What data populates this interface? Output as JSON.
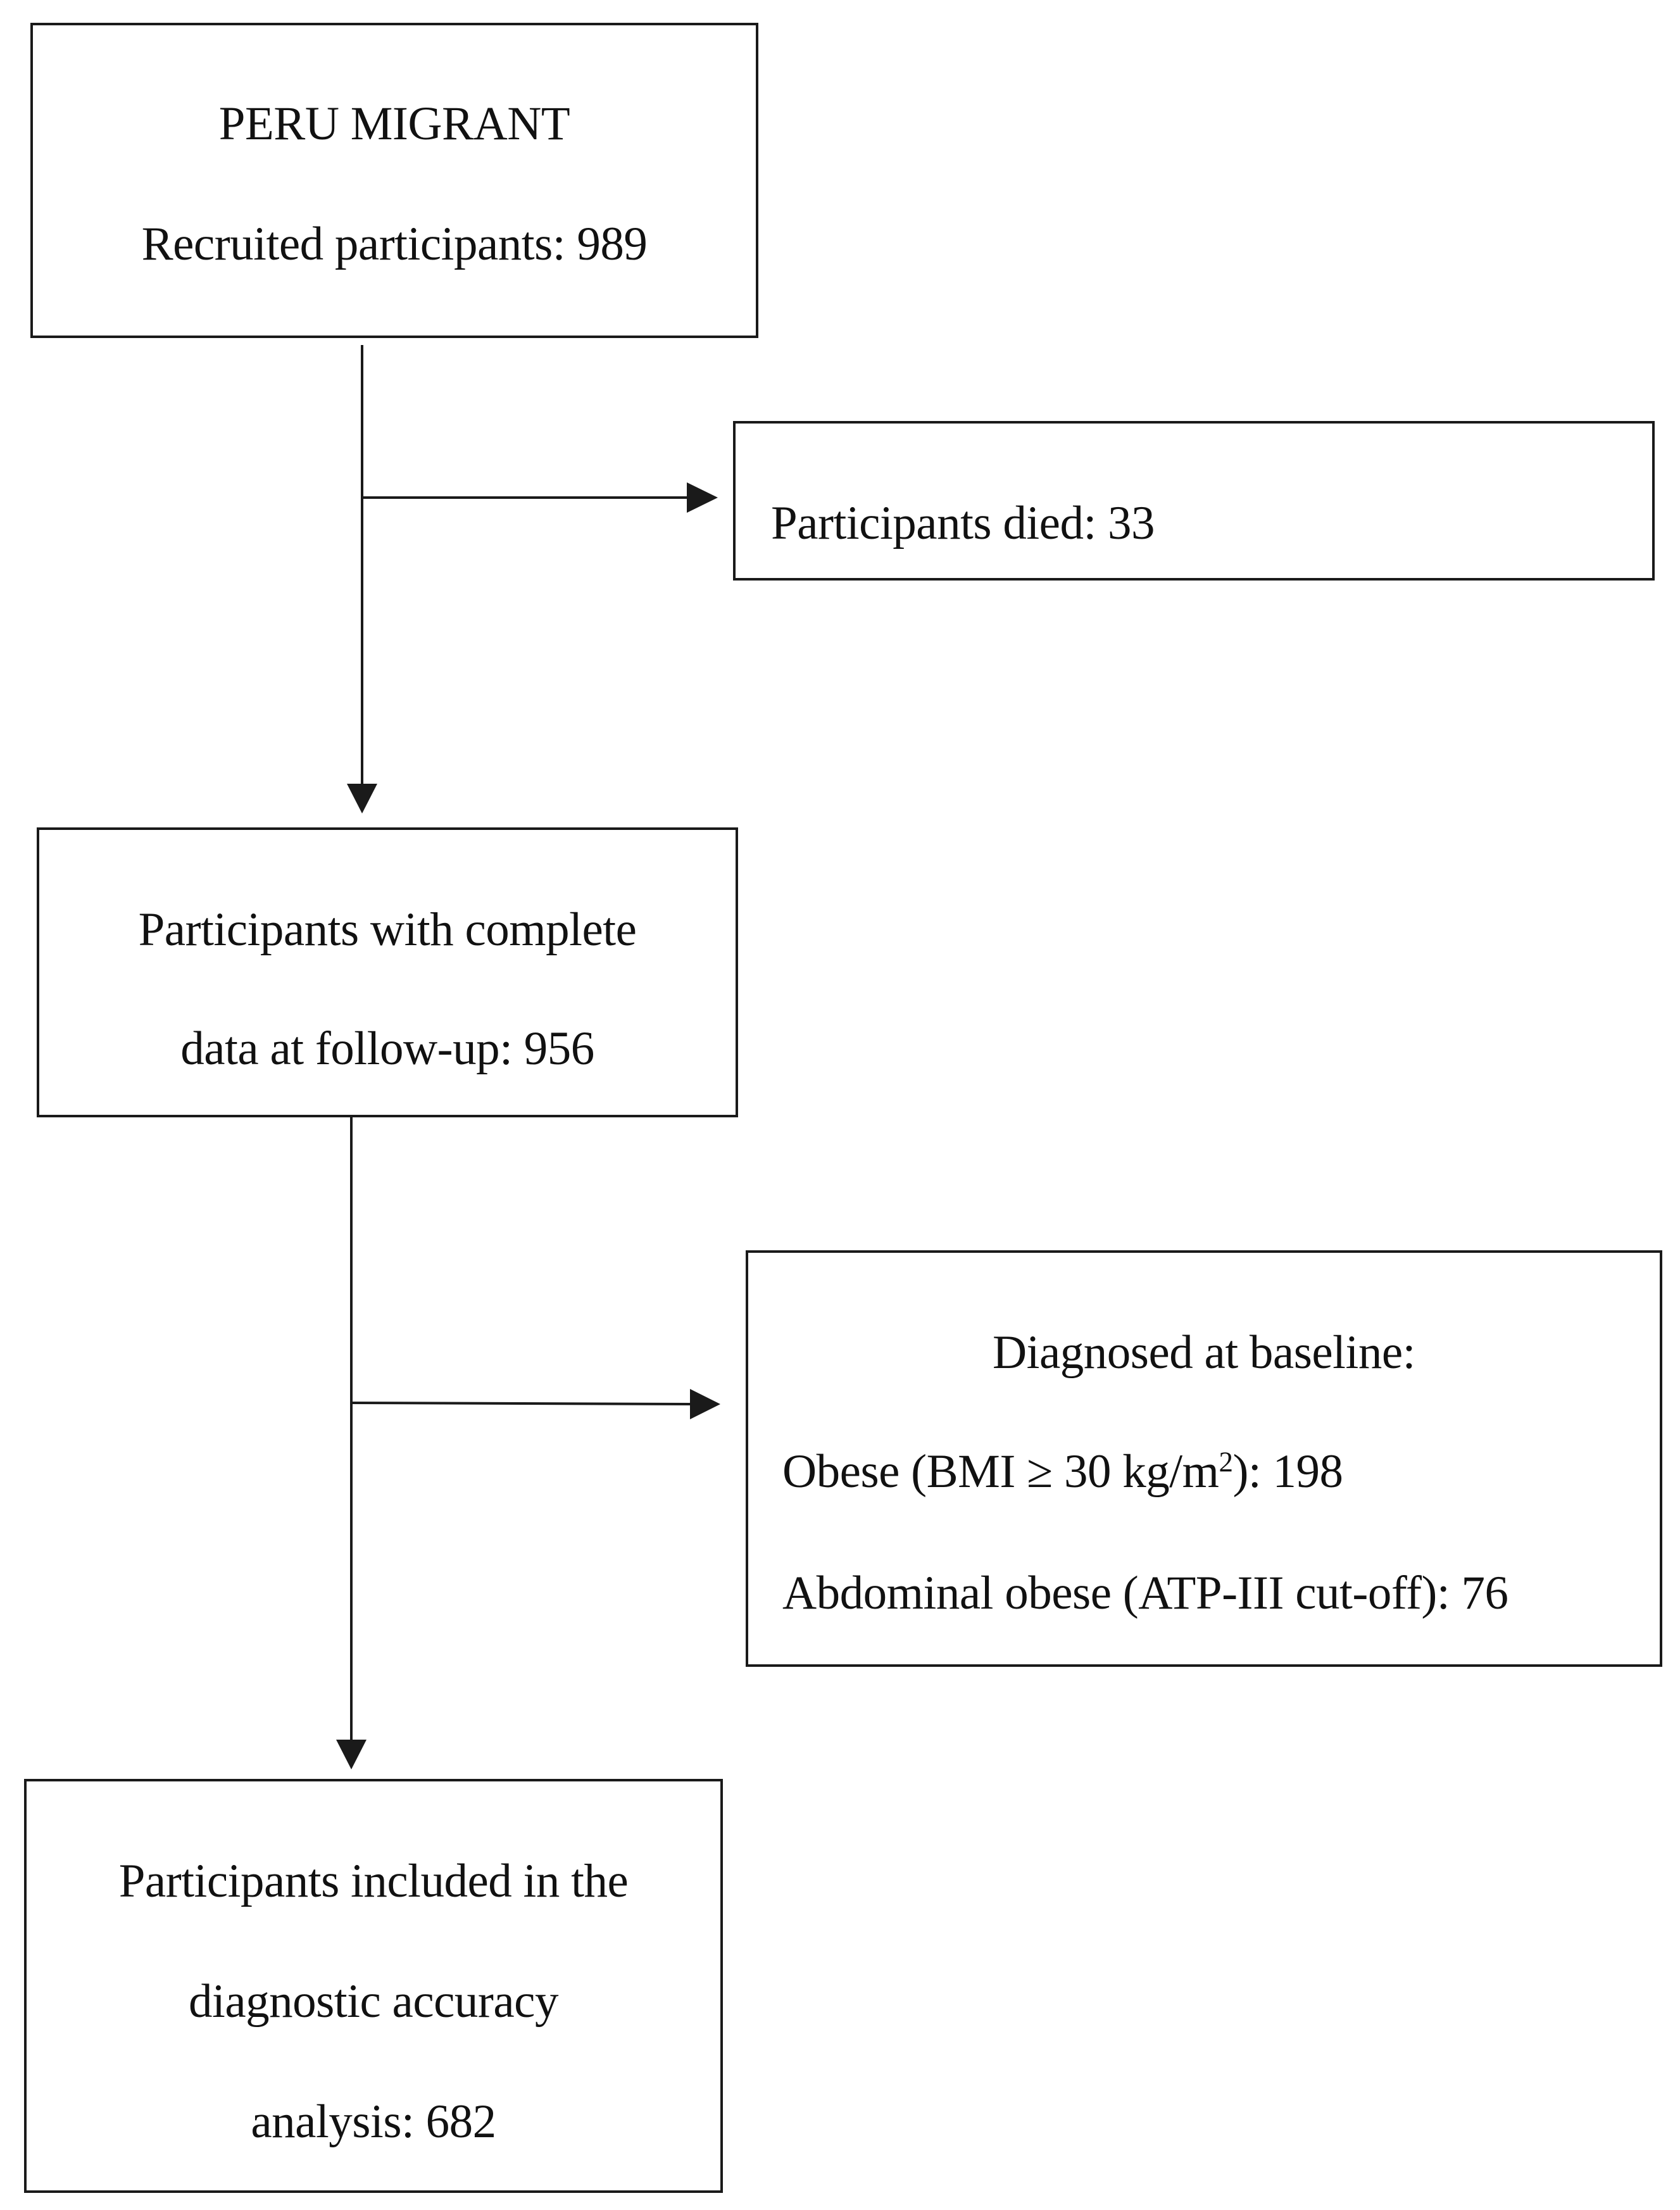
{
  "diagram": {
    "boxes": {
      "recruited": {
        "title": "PERU MIGRANT",
        "line2": "Recruited participants: 989"
      },
      "died": {
        "line1": "Participants died: 33"
      },
      "complete": {
        "line1": "Participants with complete",
        "line2": "data at follow-up: 956"
      },
      "diagnosed": {
        "heading": "Diagnosed at baseline:",
        "obese_prefix": "Obese (BMI ≥ 30 kg/m",
        "obese_sup": "2",
        "obese_suffix": "): 198",
        "abdominal": "Abdominal obese (ATP-III cut-off): 76"
      },
      "included": {
        "line1": "Participants included in the",
        "line2": "diagnostic accuracy",
        "line3": "analysis: 682"
      }
    },
    "colors": {
      "stroke": "#1a1a1a",
      "text": "#111111",
      "background": "#ffffff"
    }
  }
}
